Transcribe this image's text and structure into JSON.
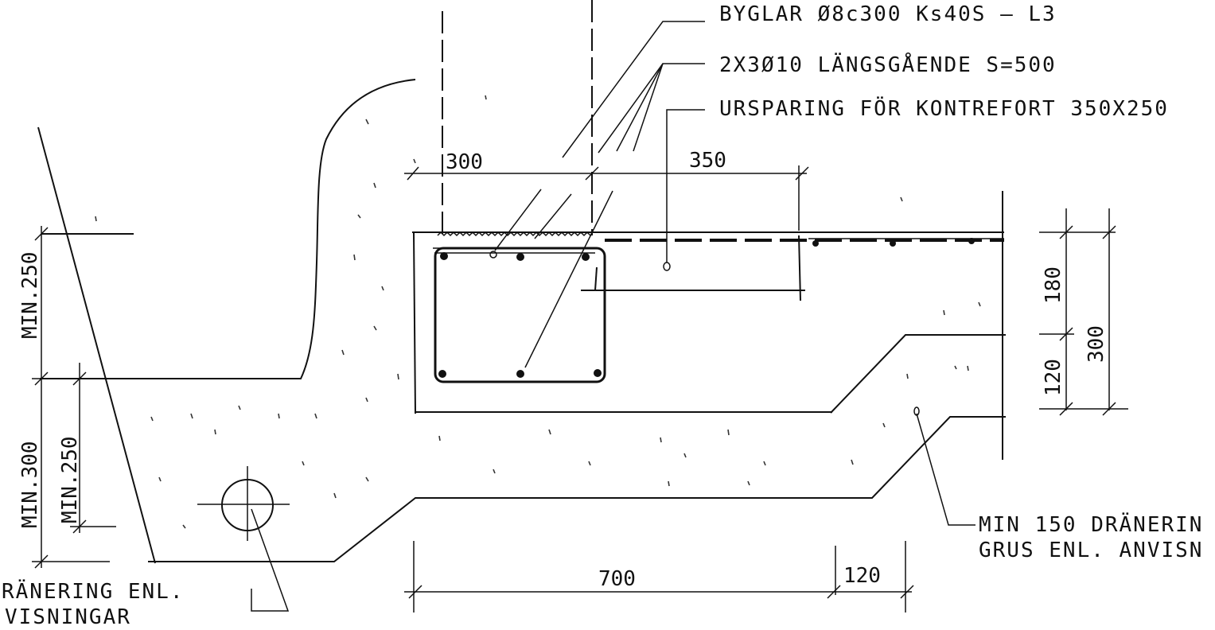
{
  "annotations": {
    "stirrups": "BYGLAR Ø8c300 Ks40S – L3",
    "longitudinal": "2X3Ø10 LÄNGSGÅENDE S=500",
    "recess": "URSPARING FÖR KONTREFORT 350X250",
    "drainage_gravel_line1": "MIN 150 DRÄNERIN",
    "drainage_gravel_line2": "GRUS ENL. ANVISN",
    "drainage_pipe_line1": "RÄNERING ENL.",
    "drainage_pipe_line2": "VISNINGAR"
  },
  "dimensions": {
    "top_left": "300",
    "top_right": "350",
    "bottom_main": "700",
    "bottom_right": "120",
    "right_upper": "180",
    "right_lower": "120",
    "right_total": "300",
    "left_min250_top": "MIN.250",
    "left_min300": "MIN.300",
    "left_min250_bottom": "MIN.250"
  }
}
